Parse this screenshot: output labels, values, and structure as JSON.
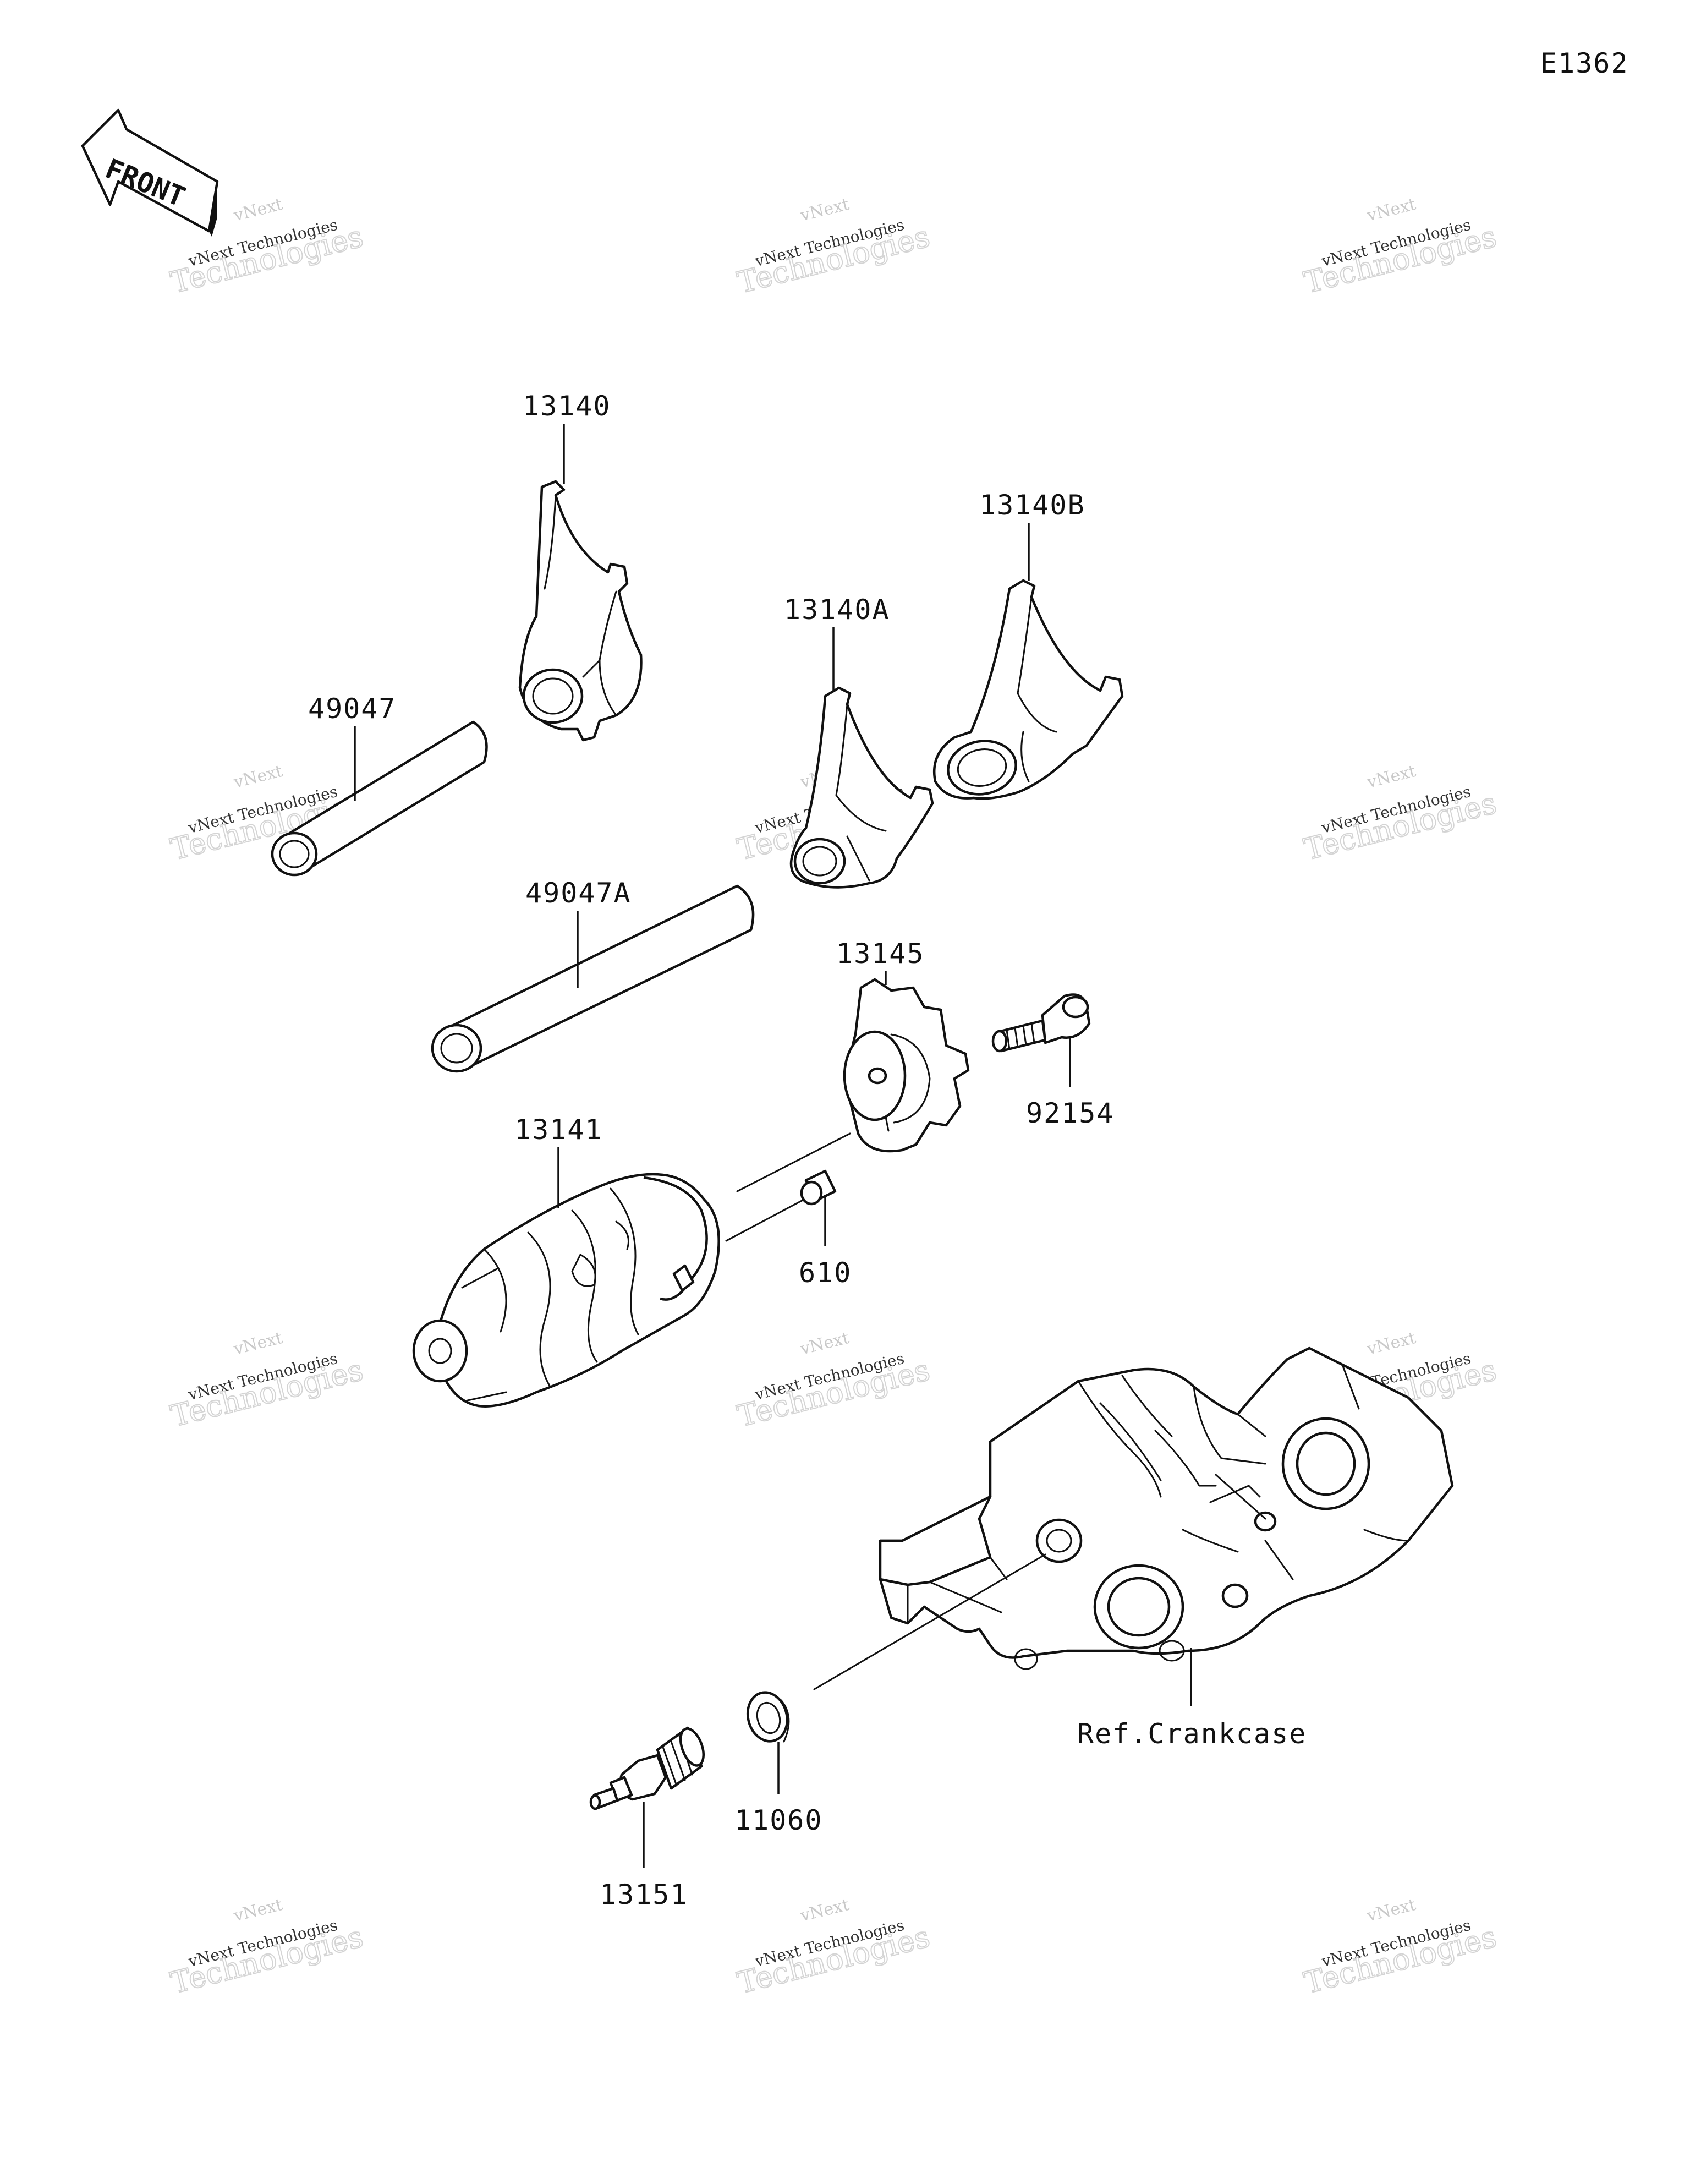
{
  "diagram_code": "E1362",
  "front_label": "FRONT",
  "watermark": {
    "line1": "vNext",
    "line2": "vNext Technologies",
    "line3": "Technologies"
  },
  "parts": [
    {
      "id": "p13140",
      "label": "13140"
    },
    {
      "id": "p13140B",
      "label": "13140B"
    },
    {
      "id": "p13140A",
      "label": "13140A"
    },
    {
      "id": "p49047",
      "label": "49047"
    },
    {
      "id": "p49047A",
      "label": "49047A"
    },
    {
      "id": "p13145",
      "label": "13145"
    },
    {
      "id": "p92154",
      "label": "92154"
    },
    {
      "id": "p13141",
      "label": "13141"
    },
    {
      "id": "p610",
      "label": "610"
    },
    {
      "id": "p11060",
      "label": "11060"
    },
    {
      "id": "p13151",
      "label": "13151"
    },
    {
      "id": "pcase",
      "label": "Ref.Crankcase"
    }
  ]
}
